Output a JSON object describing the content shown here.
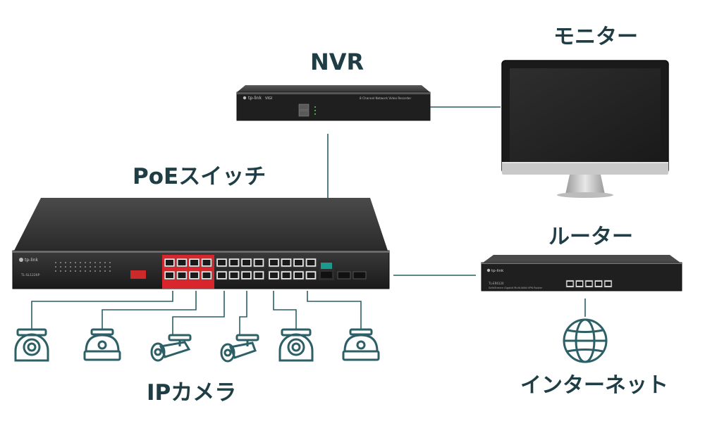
{
  "labels": {
    "nvr": "NVR",
    "monitor": "モニター",
    "poe_switch": "PoEスイッチ",
    "router": "ルーター",
    "ip_cameras": "IPカメラ",
    "internet": "インターネット"
  },
  "devices": {
    "nvr_brand": "tp-link",
    "nvr_model_badge": "VIGI",
    "nvr_description": "8 Channel Network Video Recorder",
    "switch_brand": "tp-link",
    "switch_model": "TL-SL1226P",
    "router_brand": "tp-link",
    "router_model": "TL-ER6120",
    "router_description": "SafeStream Gigabit Multi-WAN VPN Router"
  },
  "colors": {
    "link_line": "#2c5f66",
    "label_text": "#1f3d44",
    "poe_port_highlight": "#d8262c"
  },
  "icons": {
    "internet": "globe-icon",
    "cameras": [
      "dome-camera-icon",
      "dome-camera-icon",
      "bullet-camera-icon",
      "bullet-camera-icon",
      "dome-camera-icon",
      "dome-camera-icon"
    ]
  }
}
